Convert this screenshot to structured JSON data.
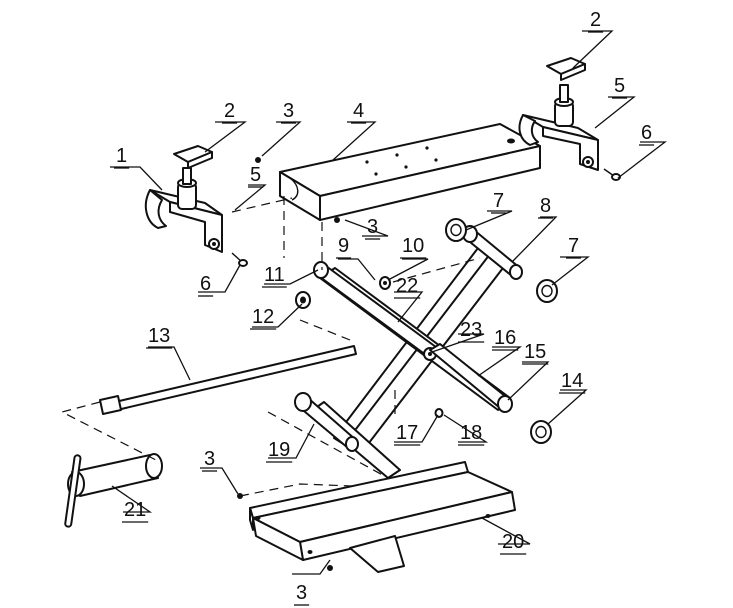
{
  "labels": {
    "p1": "1",
    "p2a": "2",
    "p2b": "2",
    "p3a": "3",
    "p3b": "3",
    "p3c": "3",
    "p3d": "3",
    "p4": "4",
    "p5a": "5",
    "p5b": "5",
    "p6a": "6",
    "p6b": "6",
    "p7a": "7",
    "p7b": "7",
    "p8": "8",
    "p9": "9",
    "p10": "10",
    "p11": "11",
    "p12": "12",
    "p13": "13",
    "p14": "14",
    "p15": "15",
    "p16": "16",
    "p17": "17",
    "p18": "18",
    "p19": "19",
    "p20": "20",
    "p21": "21",
    "p22": "22",
    "p23": "23"
  }
}
